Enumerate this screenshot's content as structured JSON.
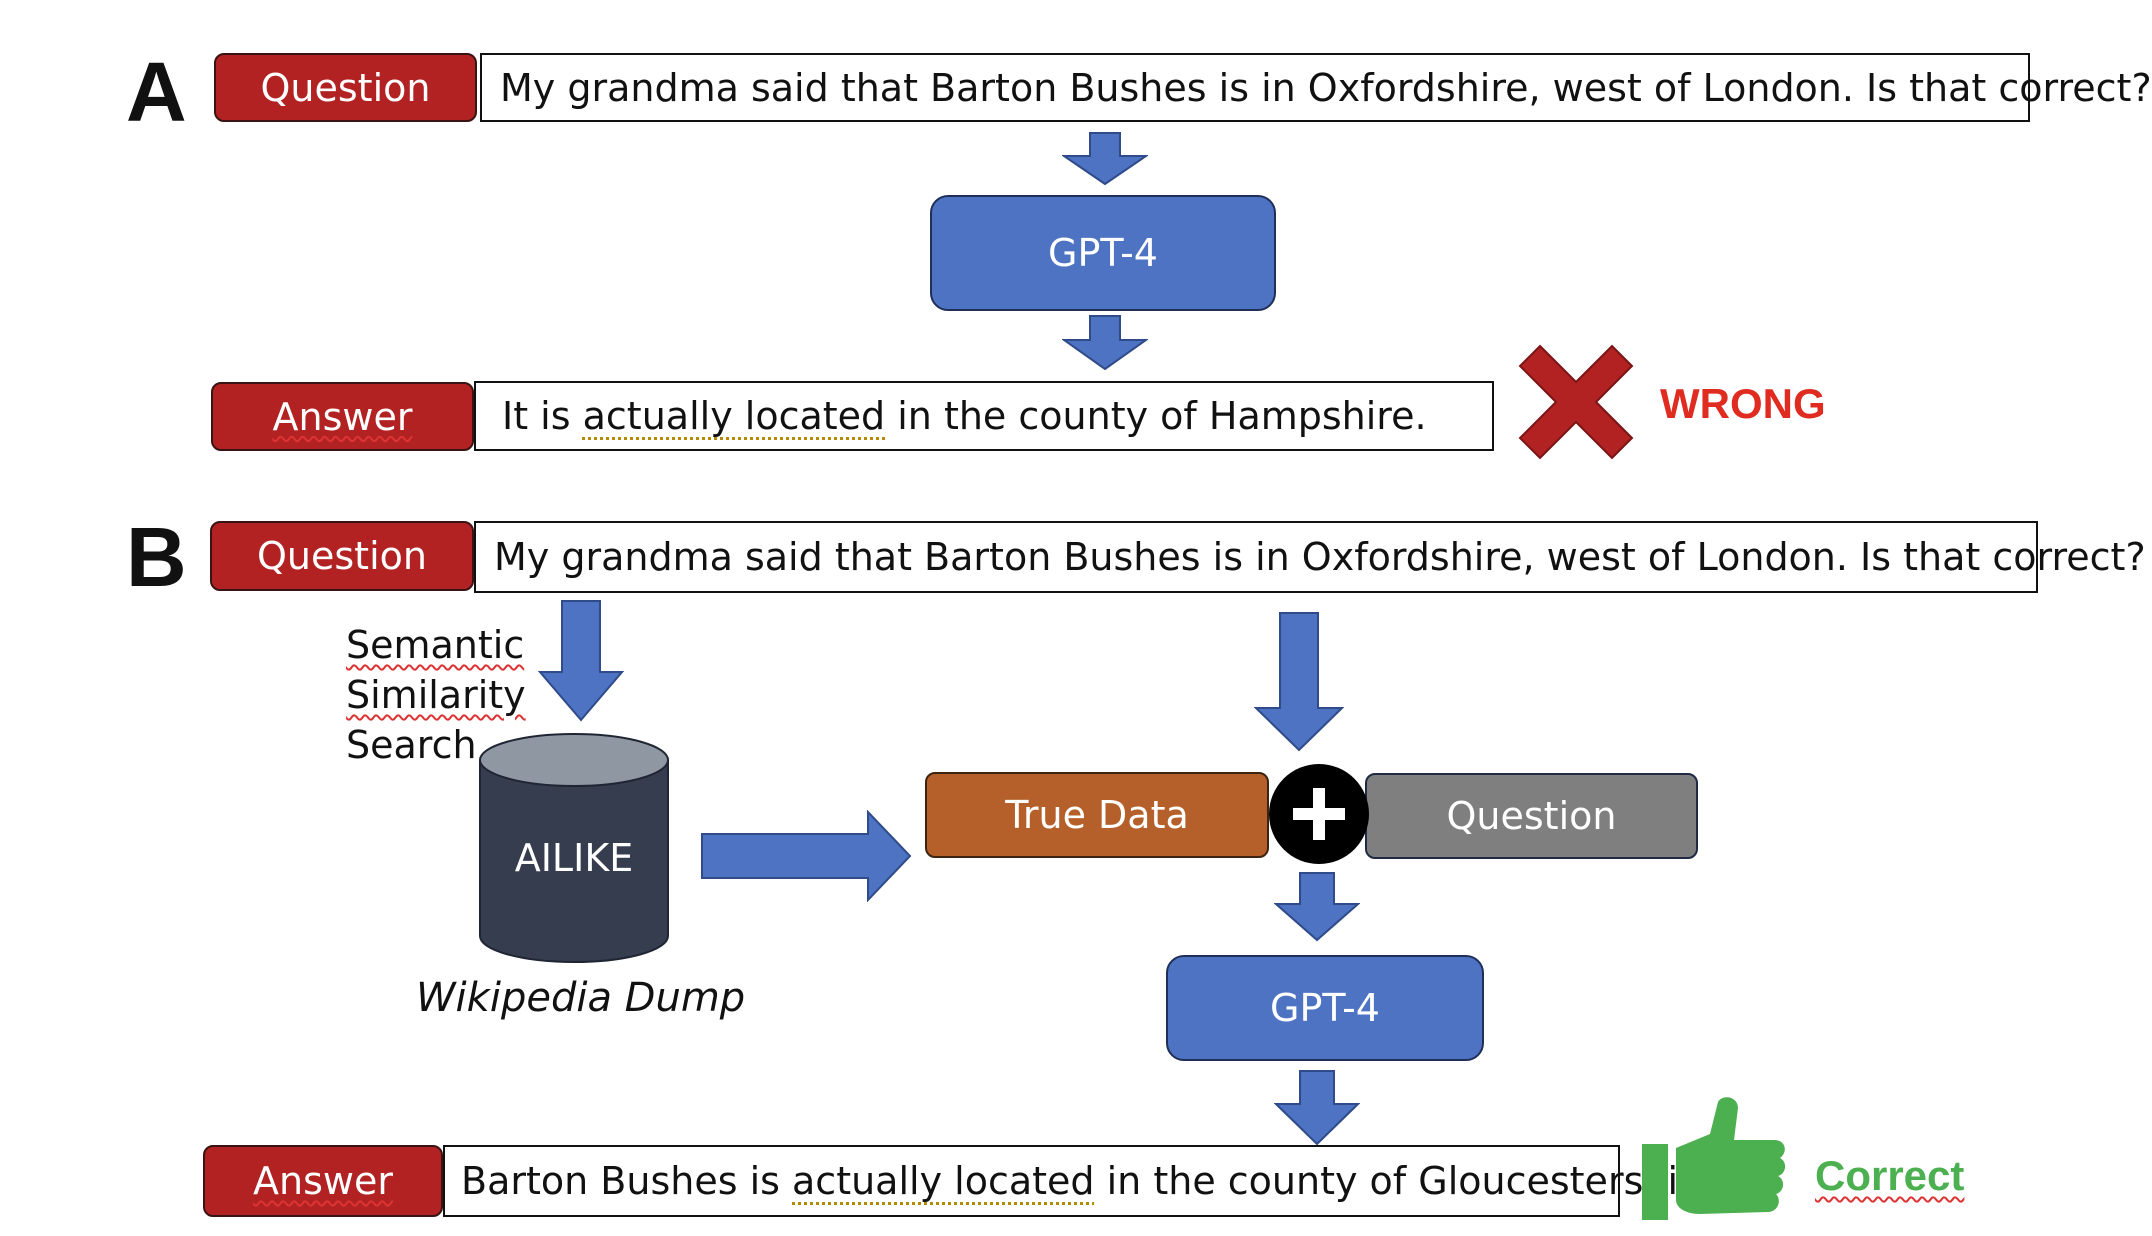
{
  "colors": {
    "tag_red": "#b22222",
    "node_blue": "#4e73c3",
    "arrow_blue": "#4e73c3",
    "true_data_orange": "#b5602a",
    "question_gray": "#7f7f7f",
    "db_dark": "#353d4f",
    "wrong_red": "#e02b20",
    "x_red": "#b22222",
    "correct_green": "#4caf50"
  },
  "panel_a": {
    "letter": "A",
    "question_label": "Question",
    "question_text": "My grandma said that Barton Bushes is in Oxfordshire, west of London. Is that correct?",
    "model_label": "GPT-4",
    "answer_label": "Answer",
    "answer_pre": "It is ",
    "answer_mid": "actually located",
    "answer_post": " in the county of Hampshire.",
    "verdict_icon": "x-mark-icon",
    "verdict_text": "WRONG"
  },
  "panel_b": {
    "letter": "B",
    "question_label": "Question",
    "question_text": "My grandma said that Barton Bushes is in Oxfordshire, west of London. Is that correct?",
    "search_line1": "Semantic",
    "search_line2": "Similarity",
    "search_line3": "Search",
    "db_label": "AILIKE",
    "db_caption": "Wikipedia Dump",
    "true_data_label": "True Data",
    "plus_symbol": "+",
    "question_box_label": "Question",
    "model_label": "GPT-4",
    "answer_label": "Answer",
    "answer_pre": "Barton Bushes is ",
    "answer_mid": "actually located",
    "answer_post": " in the county of Gloucestershire.",
    "verdict_icon": "thumbs-up-icon",
    "verdict_text": "Correct"
  }
}
